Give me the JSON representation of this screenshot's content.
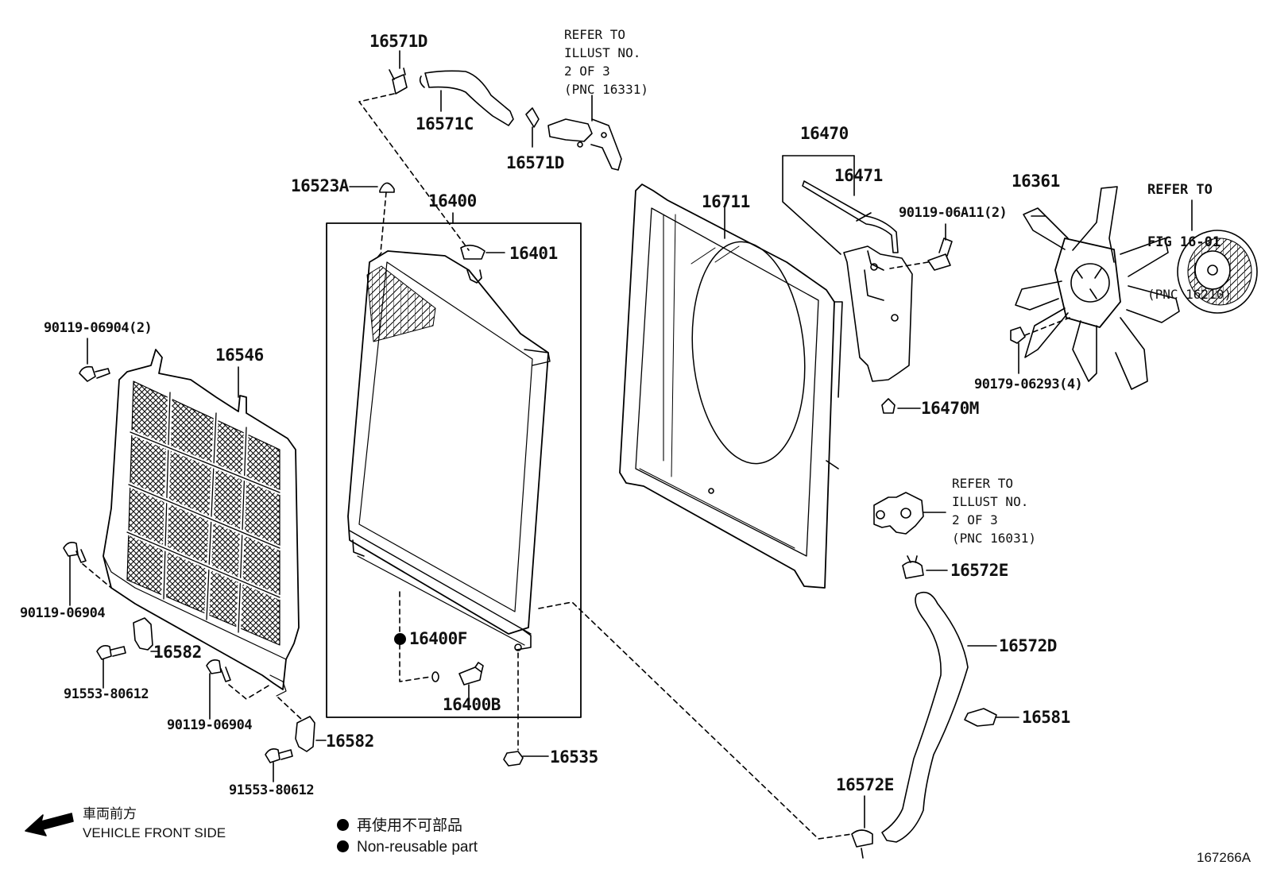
{
  "labels": {
    "p16571D_top": "16571D",
    "p16571C": "16571C",
    "p16571D_mid": "16571D",
    "p16523A": "16523A",
    "p16400": "16400",
    "p16401": "16401",
    "p16711": "16711",
    "p16470": "16470",
    "p16471": "16471",
    "p90119_06A11": "90119-06A11(2)",
    "p16361": "16361",
    "p90179_06293": "90179-06293(4)",
    "p16470M": "16470M",
    "p90119_06904_2": "90119-06904(2)",
    "p16546": "16546",
    "p90119_06904_a": "90119-06904",
    "p16582_a": "16582",
    "p91553_80612_a": "91553-80612",
    "p90119_06904_b": "90119-06904",
    "p16582_b": "16582",
    "p91553_80612_b": "91553-80612",
    "p16400F": "16400F",
    "p16400B": "16400B",
    "p16535": "16535",
    "p16572E_a": "16572E",
    "p16572D": "16572D",
    "p16581": "16581",
    "p16572E_b": "16572E"
  },
  "refs": {
    "ref_top": "REFER TO\nILLUST NO.\n2 OF 3\n(PNC 16331)",
    "ref_fig_line1": "REFER TO",
    "ref_fig_line2": "FIG 16-01",
    "ref_fig_line3": "(PNC 16210)",
    "ref_mid": "REFER TO\nILLUST NO.\n2 OF 3\n(PNC 16031)"
  },
  "direction": {
    "jp": "車両前方",
    "en": "VEHICLE FRONT SIDE"
  },
  "legend": {
    "jp": "再使用不可部品",
    "en": "Non-reusable part"
  },
  "figure_id": "167266A"
}
